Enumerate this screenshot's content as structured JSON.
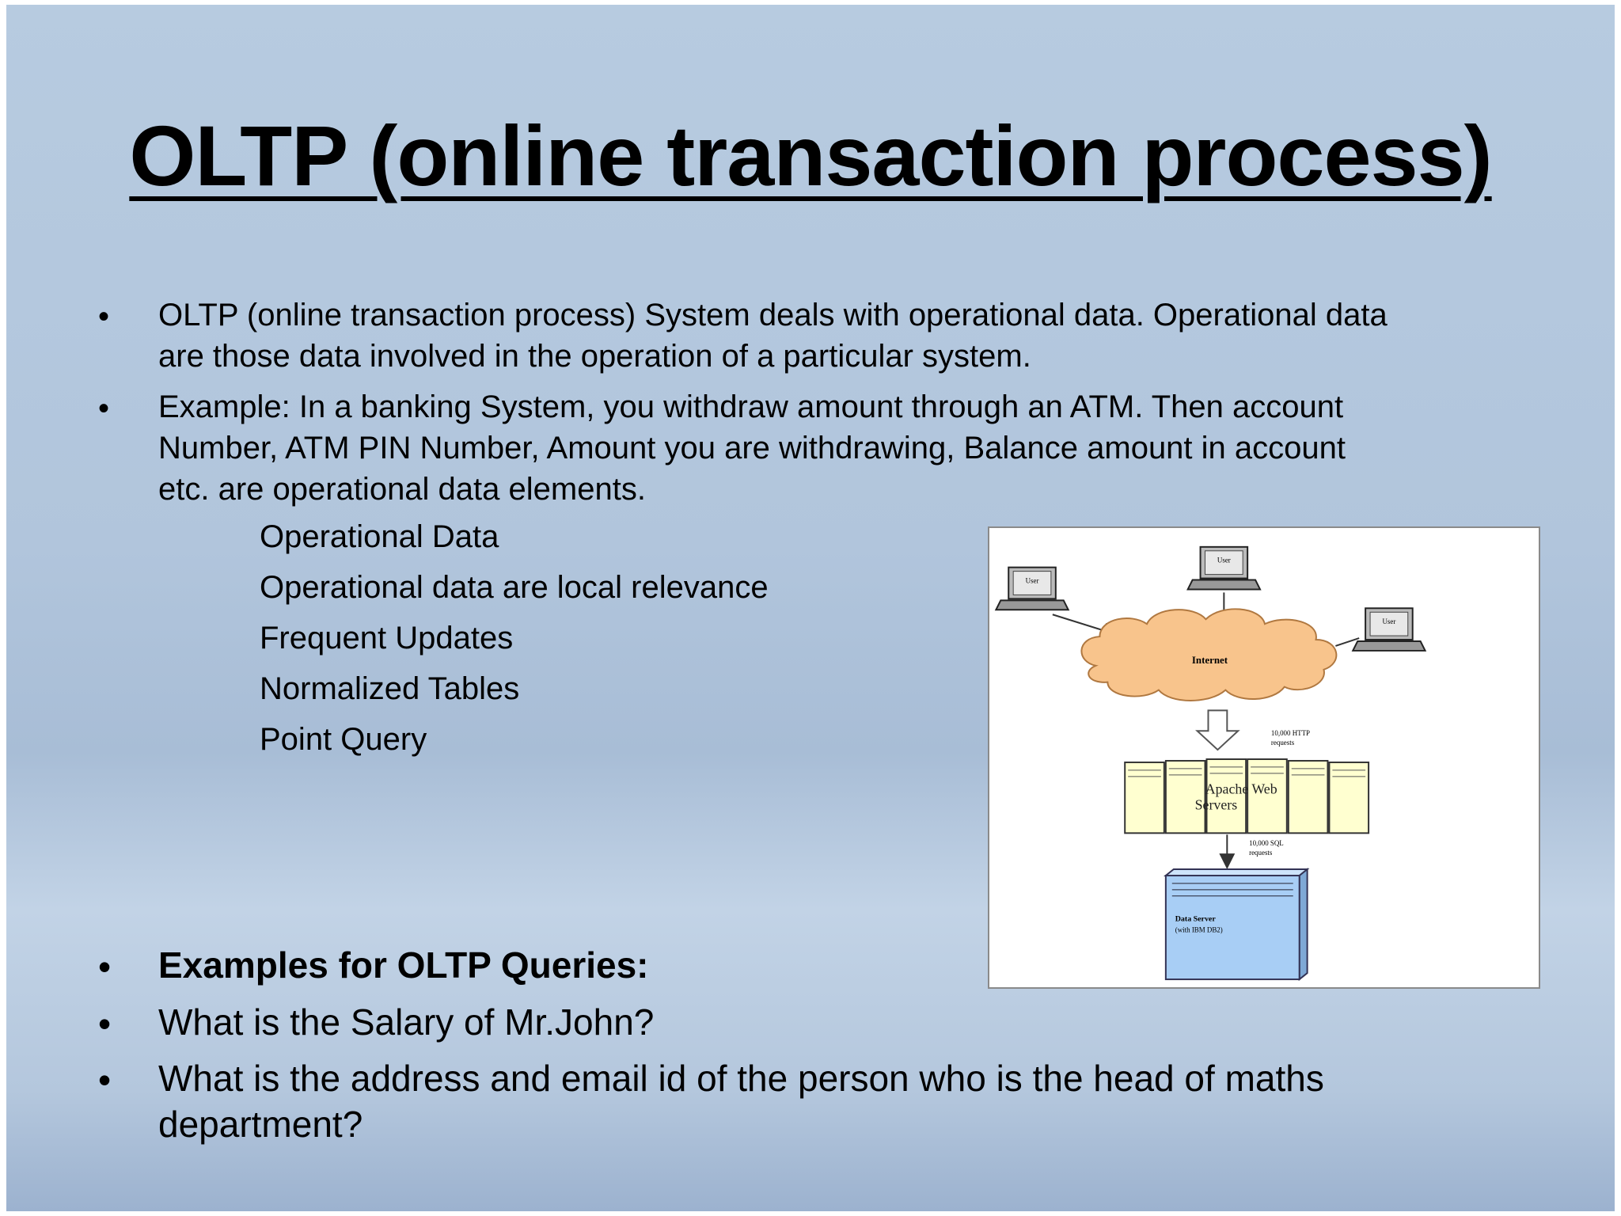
{
  "slide": {
    "title": "OLTP (online transaction process)",
    "bullets_top": [
      {
        "lines": [
          "OLTP (online transaction process) System deals with operational data. Operational data",
          "are those data  involved in the operation of a particular system."
        ]
      },
      {
        "lines": [
          "Example: In a banking System, you withdraw amount through an ATM. Then account",
          "Number, ATM PIN Number, Amount  you are withdrawing, Balance amount in account",
          "etc. are operational data elements."
        ]
      }
    ],
    "sub_items": [
      "Operational Data",
      "Operational data are local relevance",
      "Frequent Updates",
      "Normalized Tables",
      "Point Query"
    ],
    "bullets_bottom": [
      {
        "lines": [
          "Examples for OLTP Queries:"
        ],
        "bold": true
      },
      {
        "lines": [
          "What is the Salary of Mr.John?"
        ]
      },
      {
        "lines": [
          "What is the address and email id of the person who is the head of maths",
          "department?"
        ]
      }
    ],
    "bullet_glyph": "•",
    "colors": {
      "background": "#b3c7dd",
      "cloud": "#f8c48c",
      "server": "#ffffd0",
      "db_server": "#a8cef5"
    }
  },
  "diagram": {
    "user_labels": [
      "User",
      "User",
      "User"
    ],
    "cloud_label": "Internet",
    "http_note": [
      "10,000 HTTP",
      "requests"
    ],
    "server_label": [
      "Apache Web",
      "Servers"
    ],
    "sql_note": [
      "10,000 SQL",
      "requests"
    ],
    "db_label": [
      "Data Server",
      "(with IBM DB2)"
    ]
  }
}
